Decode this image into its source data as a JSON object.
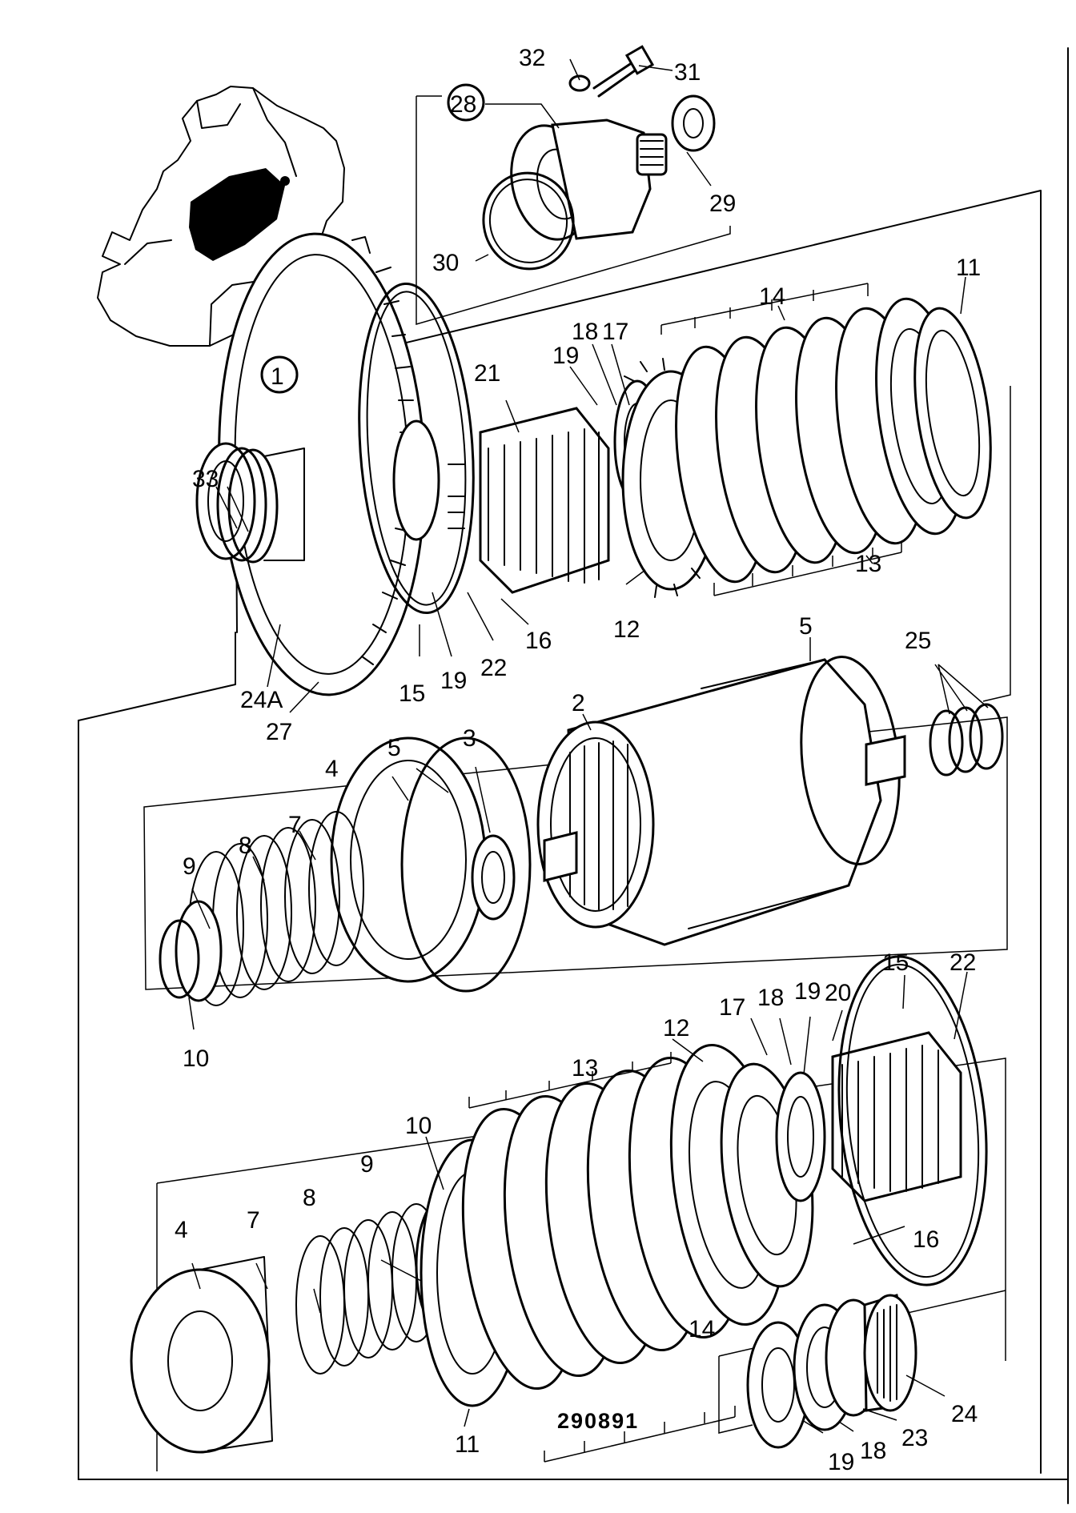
{
  "diagram": {
    "reference_code": "290891",
    "callouts": {
      "c1": "1",
      "c2": "2",
      "c3": "3",
      "c4a": "4",
      "c4b": "4",
      "c5a": "5",
      "c5b": "5",
      "c7a": "7",
      "c7b": "7",
      "c8a": "8",
      "c8b": "8",
      "c9a": "9",
      "c9b": "9",
      "c10a": "10",
      "c10b": "10",
      "c11a": "11",
      "c11b": "11",
      "c12a": "12",
      "c12b": "12",
      "c13a": "13",
      "c13b": "13",
      "c14a": "14",
      "c14b": "14",
      "c15a": "15",
      "c15b": "15",
      "c16a": "16",
      "c16b": "16",
      "c17a": "17",
      "c17b": "17",
      "c18a": "18",
      "c18b": "18",
      "c18c": "18",
      "c19a": "19",
      "c19b": "19",
      "c19c": "19",
      "c19d": "19",
      "c20": "20",
      "c21": "21",
      "c22a": "22",
      "c22b": "22",
      "c23": "23",
      "c24": "24",
      "c24A": "24A",
      "c25": "25",
      "c27": "27",
      "c28": "28",
      "c29": "29",
      "c30": "30",
      "c31": "31",
      "c32": "32",
      "c33": "33"
    }
  }
}
